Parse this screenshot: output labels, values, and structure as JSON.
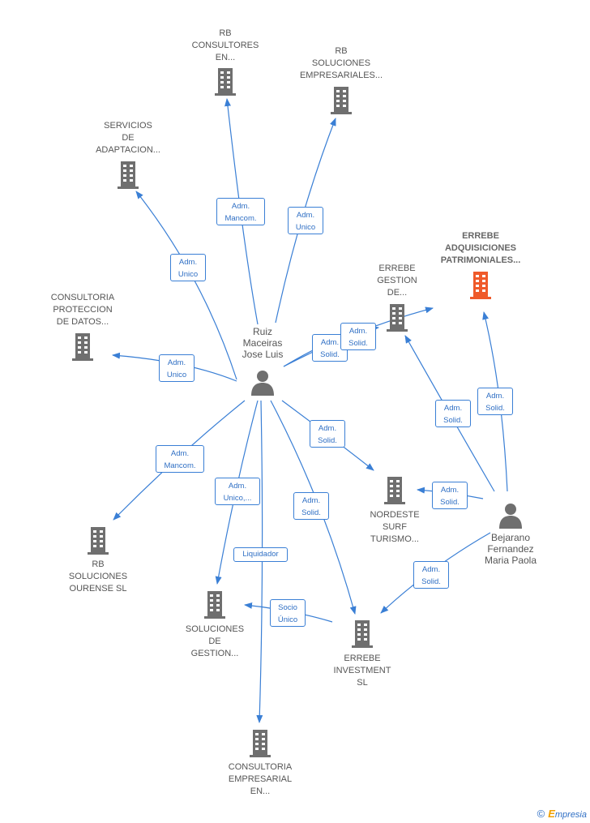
{
  "colors": {
    "edge": "#3a7fd5",
    "building": "#6f6f6f",
    "building_highlight": "#ef5a2a",
    "person": "#6f6f6f"
  },
  "nodes": [
    {
      "id": "ruiz",
      "type": "person",
      "label": "Ruiz\nMaceiras\nJose Luis"
    },
    {
      "id": "bejarano",
      "type": "person",
      "label": "Bejarano\nFernandez\nMaria Paola"
    },
    {
      "id": "rb_consultores",
      "type": "company",
      "label": "RB\nCONSULTORES\nEN..."
    },
    {
      "id": "rb_soluciones_emp",
      "type": "company",
      "label": "RB\nSOLUCIONES\nEMPRESARIALES..."
    },
    {
      "id": "servicios",
      "type": "company",
      "label": "SERVICIOS\nDE\nADAPTACION..."
    },
    {
      "id": "consultoria_prot",
      "type": "company",
      "label": "CONSULTORIA\nPROTECCION\nDE DATOS..."
    },
    {
      "id": "errebe_gestion",
      "type": "company",
      "label": "ERREBE\nGESTION\nDE..."
    },
    {
      "id": "errebe_adq",
      "type": "company",
      "label": "ERREBE\nADQUISICIONES\nPATRIMONIALES...",
      "highlight": true
    },
    {
      "id": "nordeste",
      "type": "company",
      "label": "NORDESTE\nSURF\nTURISMO..."
    },
    {
      "id": "rb_ourense",
      "type": "company",
      "label": "RB\nSOLUCIONES\nOURENSE SL"
    },
    {
      "id": "soluciones_gestion",
      "type": "company",
      "label": "SOLUCIONES\nDE\nGESTION..."
    },
    {
      "id": "errebe_investment",
      "type": "company",
      "label": "ERREBE\nINVESTMENT\nSL"
    },
    {
      "id": "consultoria_emp",
      "type": "company",
      "label": "CONSULTORIA\nEMPRESARIAL\nEN..."
    }
  ],
  "edges": [
    {
      "from": "ruiz",
      "to": "rb_consultores",
      "label": "Adm.\nMancom."
    },
    {
      "from": "ruiz",
      "to": "rb_soluciones_emp",
      "label": "Adm.\nUnico"
    },
    {
      "from": "ruiz",
      "to": "servicios",
      "label": "Adm.\nUnico"
    },
    {
      "from": "ruiz",
      "to": "consultoria_prot",
      "label": "Adm.\nUnico"
    },
    {
      "from": "ruiz",
      "to": "errebe_gestion",
      "label": "Adm.\nSolid."
    },
    {
      "from": "ruiz",
      "to": "errebe_adq",
      "label": "Adm.\nSolid."
    },
    {
      "from": "ruiz",
      "to": "nordeste",
      "label": "Adm.\nSolid."
    },
    {
      "from": "ruiz",
      "to": "rb_ourense",
      "label": "Adm.\nMancom."
    },
    {
      "from": "ruiz",
      "to": "soluciones_gestion",
      "label": "Adm.\nUnico,..."
    },
    {
      "from": "ruiz",
      "to": "consultoria_emp",
      "label": "Liquidador"
    },
    {
      "from": "ruiz",
      "to": "errebe_investment",
      "label": "Adm.\nSolid."
    },
    {
      "from": "bejarano",
      "to": "errebe_gestion",
      "label": "Adm.\nSolid."
    },
    {
      "from": "bejarano",
      "to": "errebe_adq",
      "label": "Adm.\nSolid."
    },
    {
      "from": "bejarano",
      "to": "nordeste",
      "label": "Adm.\nSolid."
    },
    {
      "from": "bejarano",
      "to": "errebe_investment",
      "label": "Adm.\nSolid."
    },
    {
      "from": "errebe_investment",
      "to": "soluciones_gestion",
      "label": "Socio\nÚnico"
    }
  ],
  "credit": {
    "symbol": "©",
    "brand_initial": "E",
    "brand_rest": "mpresia"
  }
}
